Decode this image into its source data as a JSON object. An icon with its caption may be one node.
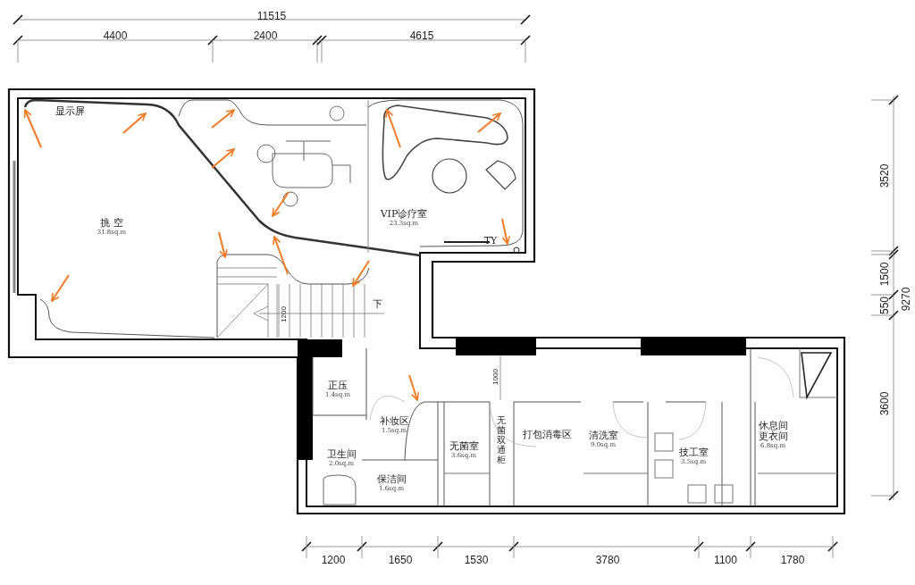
{
  "diagram": {
    "nodes": [
      {
        "text": [
          "挑 空",
          "31.8sq.m"
        ]
      },
      {
        "text": [
          "VIP诊疗室",
          "23.3sq.m"
        ]
      },
      {
        "text": [
          "正压",
          "1.4sq.m"
        ]
      },
      {
        "text": [
          "补妆区",
          "1.5sq.m"
        ]
      },
      {
        "text": [
          "卫生间",
          "2.0sq.m"
        ]
      },
      {
        "text": [
          "保洁间",
          "1.6sq.m"
        ]
      },
      {
        "text": [
          "无菌室",
          "3.6sq.m"
        ]
      },
      {
        "text": [
          "无菌双通柜"
        ]
      },
      {
        "text": [
          "打包消毒区"
        ]
      },
      {
        "text": [
          "清洗室",
          "9.0sq.m"
        ]
      },
      {
        "text": [
          "技工室",
          "3.5sq.m"
        ]
      },
      {
        "text": [
          "休息间",
          "更衣间",
          "6.8sq.m"
        ]
      }
    ],
    "edges": [],
    "labels": [
      "11515",
      "4400",
      "2400",
      "4615",
      "3520",
      "1500",
      "550",
      "3600",
      "9270",
      "显示屏",
      "TY",
      "下",
      "1200",
      "1000",
      "1200",
      "1650",
      "1530",
      "3780",
      "1100",
      "1780"
    ]
  }
}
